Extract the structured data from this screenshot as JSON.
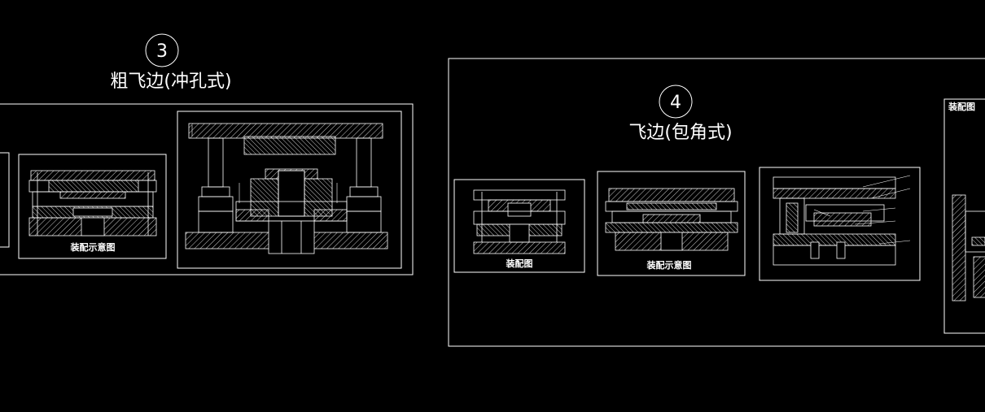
{
  "section3": {
    "number": "3",
    "title": "粗飞边(冲孔式)",
    "caption_assembly": "装配示意图"
  },
  "section4": {
    "number": "4",
    "title": "飞边(包角式)",
    "caption_assembly_left": "装配图",
    "caption_assembly_mid": "装配示意图",
    "caption_assembly_right": "装配图"
  },
  "colors": {
    "background": "#000000",
    "line": "#ffffff"
  }
}
